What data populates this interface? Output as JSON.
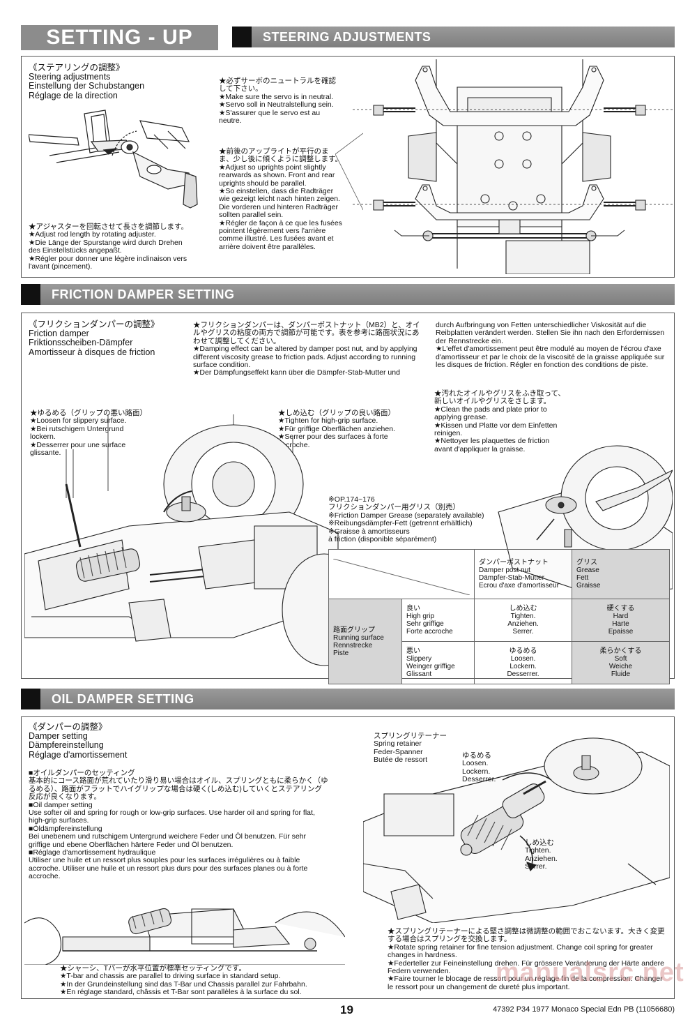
{
  "header": {
    "page_title": "SETTING - UP",
    "steering_title": "STEERING ADJUSTMENTS",
    "friction_title": "FRICTION DAMPER SETTING",
    "oil_title": "OIL DAMPER SETTING"
  },
  "steering": {
    "title": "《ステアリングの調整》\nSteering adjustments\nEinstellung der Schubstangen\nRéglage de la direction",
    "adjuster_note": "★アジャスターを回転させて長さを調節します。\n★Adjust rod length by rotating adjuster.\n★Die Länge der Spurstange wird durch Drehen des Einstellstücks angepaßt.\n★Régler pour donner une légère inclinaison vers l'avant (pincement).",
    "servo_note": "★必ずサーボのニュートラルを確認して下さい。\n★Make sure the servo is in neutral.\n★Servo soll in Neutralstellung sein.\n★S'assurer que le servo est au neutre.",
    "upright_note": "★前後のアップライトが平行のまま、少し後に傾くように調整します。\n★Adjust so uprights point slightly rearwards as shown. Front and rear uprights should be parallel.\n★So einstellen, dass die Radträger wie gezeigt leicht nach hinten zeigen. Die vorderen und hinteren Radträger sollten parallel sein.\n★Régler de façon à ce que les fusées pointent légèrement vers l'arrière comme illustré. Les fusées avant et arrière doivent être parallèles."
  },
  "friction": {
    "title": "《フリクションダンパーの調整》\nFriction damper\nFriktionsscheiben-Dämpfer\nAmortisseur à disques de friction",
    "intro": "★フリクションダンパーは、ダンパーポストナット（MB2）と、オイルやグリスの粘度の両方で調節が可能です。表を参考に路面状況にあわせて調整してください。\n★Damping effect can be altered by damper post nut, and by applying different viscosity grease to friction pads. Adjust according to running surface condition.\n★Der Dämpfungseffekt kann über die Dämpfer-Stab-Mutter und",
    "intro_cont": "durch Aufbringung von Fetten unterschiedlicher Viskosität auf die Reibplatten verändert werden. Stellen Sie ihn nach den Erfordernissen der Rennstrecke ein.\n★L'effet d'amortissement peut être modulé au moyen de l'écrou d'axe d'amortisseur et par le choix de la viscosité de la graisse appliquée sur les disques de friction. Régler en fonction des conditions de piste.",
    "loosen": "★ゆるめる（グリップの悪い路面）\n★Loosen for slippery surface.\n★Bei rutschigem Untergrund lockern.\n★Desserrer pour une surface glissante.",
    "tighten": "★しめ込む（グリップの良い路面）\n★Tighten for high-grip surface.\n★Für griffige Oberflächen anziehen.\n★Serrer pour des surfaces à forte accroche.",
    "clean": "★汚れたオイルやグリスをふき取って、新しいオイルやグリスをさします。\n★Clean the pads and plate prior to applying grease.\n★Kissen und Platte vor dem Einfetten reinigen.\n★Nettoyer les plaquettes de friction avant d'appliquer la graisse.",
    "grease_note": "※OP.174~176\nフリクションダンパー用グリス（別売）\n※Friction Damper Grease (separately available)\n※Reibungsdämpfer-Fett (getrennt erhältlich)\n※Graisse à amortisseurs\nà friction (disponible séparément)",
    "table": {
      "col_post_nut": "ダンパーポストナット\nDamper post nut\nDämpfer-Stab-Mutter\nEcrou d'axe d'amortisseur",
      "col_grease": "グリス\nGrease\nFett\nGraisse",
      "row_header": "路面グリップ\nRunning surface\nRennstrecke\nPiste",
      "good_label": "良い\nHigh grip\nSehr griffige\nForte accroche",
      "good_nut": "しめ込む\nTighten.\nAnziehen.\nSerrer.",
      "good_grease": "硬くする\nHard\nHarte\nEpaisse",
      "bad_label": "悪い\nSlippery\nWeinger griffige\nGlissant",
      "bad_nut": "ゆるめる\nLoosen.\nLockern.\nDesserrer.",
      "bad_grease": "柔らかくする\nSoft\nWeiche\nFluide"
    }
  },
  "oil": {
    "title": "《ダンパーの調整》\nDamper setting\nDämpfereinstellung\nRéglage d'amortissement",
    "body": "■オイルダンパーのセッティング\n基本的にコース路面が荒れていたり滑り易い場合はオイル、スプリングともに柔らかく（ゆるめる）、路面がフラットでハイグリップな場合は硬く(しめ込む)していくとステアリング反応が良くなります。\n■Oil damper setting\nUse softer oil and spring for rough or low-grip surfaces. Use harder oil and spring for flat, high-grip surfaces.\n■Öldämpfereinstellung\nBei unebenem und rutschigem Untergrund weichere Feder und Öl benutzen. Für sehr griffige und ebene Oberflächen härtere Feder und Öl benutzen.\n■Réglage d'amortissement hydraulique\nUtiliser une huile et un ressort plus souples pour les surfaces irrégulières ou à faible accroche. Utiliser une huile et un ressort plus durs pour des surfaces planes ou à forte accroche.",
    "spring_retainer": "スプリングリテーナー\nSpring retainer\nFeder-Spanner\nButée de ressort",
    "loosen": "ゆるめる\nLoosen.\nLockern.\nDesserrer.",
    "tighten": "しめ込む\nTighten.\nAnziehen.\nSerrer.",
    "standard_note": "★シャーシ、Tバーが水平位置が標準セッティングです。\n★T-bar and chassis are parallel to driving surface in standard setup.\n★In der Grundeinstellung sind das T-Bar und Chassis parallel zur Fahrbahn.\n★En réglage standard, châssis et T-Bar sont parallèles à la surface du sol.",
    "retainer_note": "★スプリングリテーナーによる堅さ調整は微調整の範囲でおこないます。大きく変更する場合はスプリングを交換します。\n★Rotate spring retainer for fine tension adjustment. Change coil spring for greater changes in hardness.\n★Federteller zur Feineinstellung drehen. Für grössere Veränderung der Härte andere Federn verwenden.\n★Faire tourner le blocage de ressort pour un réglage fin de la compression. Changer le ressort pour un changement de dureté plus important."
  },
  "footer": {
    "page_number": "19",
    "doc_id": "47392 P34 1977 Monaco Special Edn PB (11056680)",
    "watermark": "manualsrc.net"
  }
}
